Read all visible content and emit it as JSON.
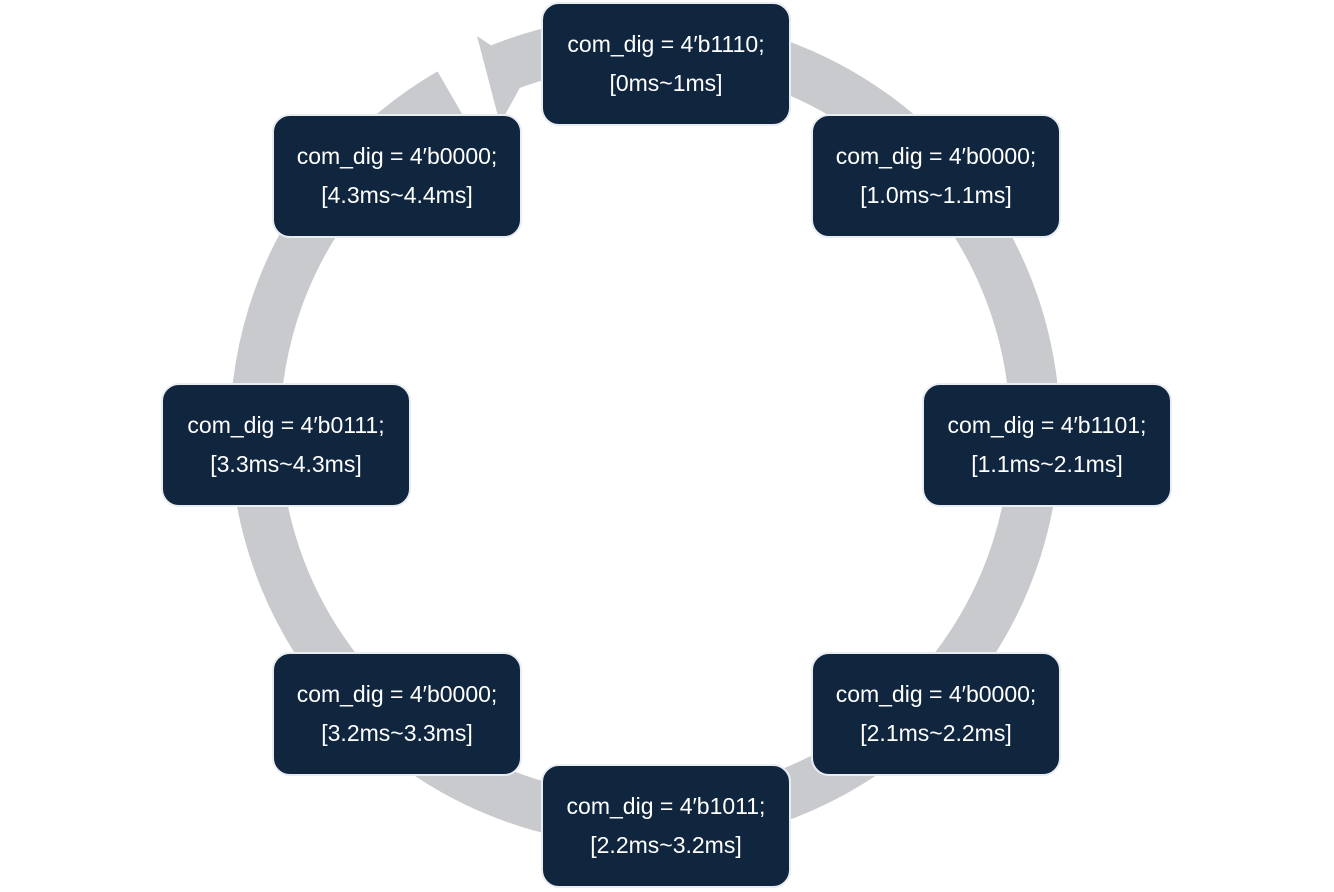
{
  "colors": {
    "box_fill": "#10263f",
    "box_border": "#e9ecf0",
    "ring": "#c9cacd",
    "text": "#ffffff"
  },
  "cycle": {
    "direction": "clockwise",
    "states": [
      {
        "code": "com_dig = 4′b1110;",
        "time": "[0ms~1ms]"
      },
      {
        "code": "com_dig = 4′b0000;",
        "time": "[1.0ms~1.1ms]"
      },
      {
        "code": "com_dig = 4′b1101;",
        "time": "[1.1ms~2.1ms]"
      },
      {
        "code": "com_dig = 4′b0000;",
        "time": "[2.1ms~2.2ms]"
      },
      {
        "code": "com_dig = 4′b1011;",
        "time": "[2.2ms~3.2ms]"
      },
      {
        "code": "com_dig = 4′b0000;",
        "time": "[3.2ms~3.3ms]"
      },
      {
        "code": "com_dig = 4′b0111;",
        "time": "[3.3ms~4.3ms]"
      },
      {
        "code": "com_dig = 4′b0000;",
        "time": "[4.3ms~4.4ms]"
      }
    ]
  }
}
